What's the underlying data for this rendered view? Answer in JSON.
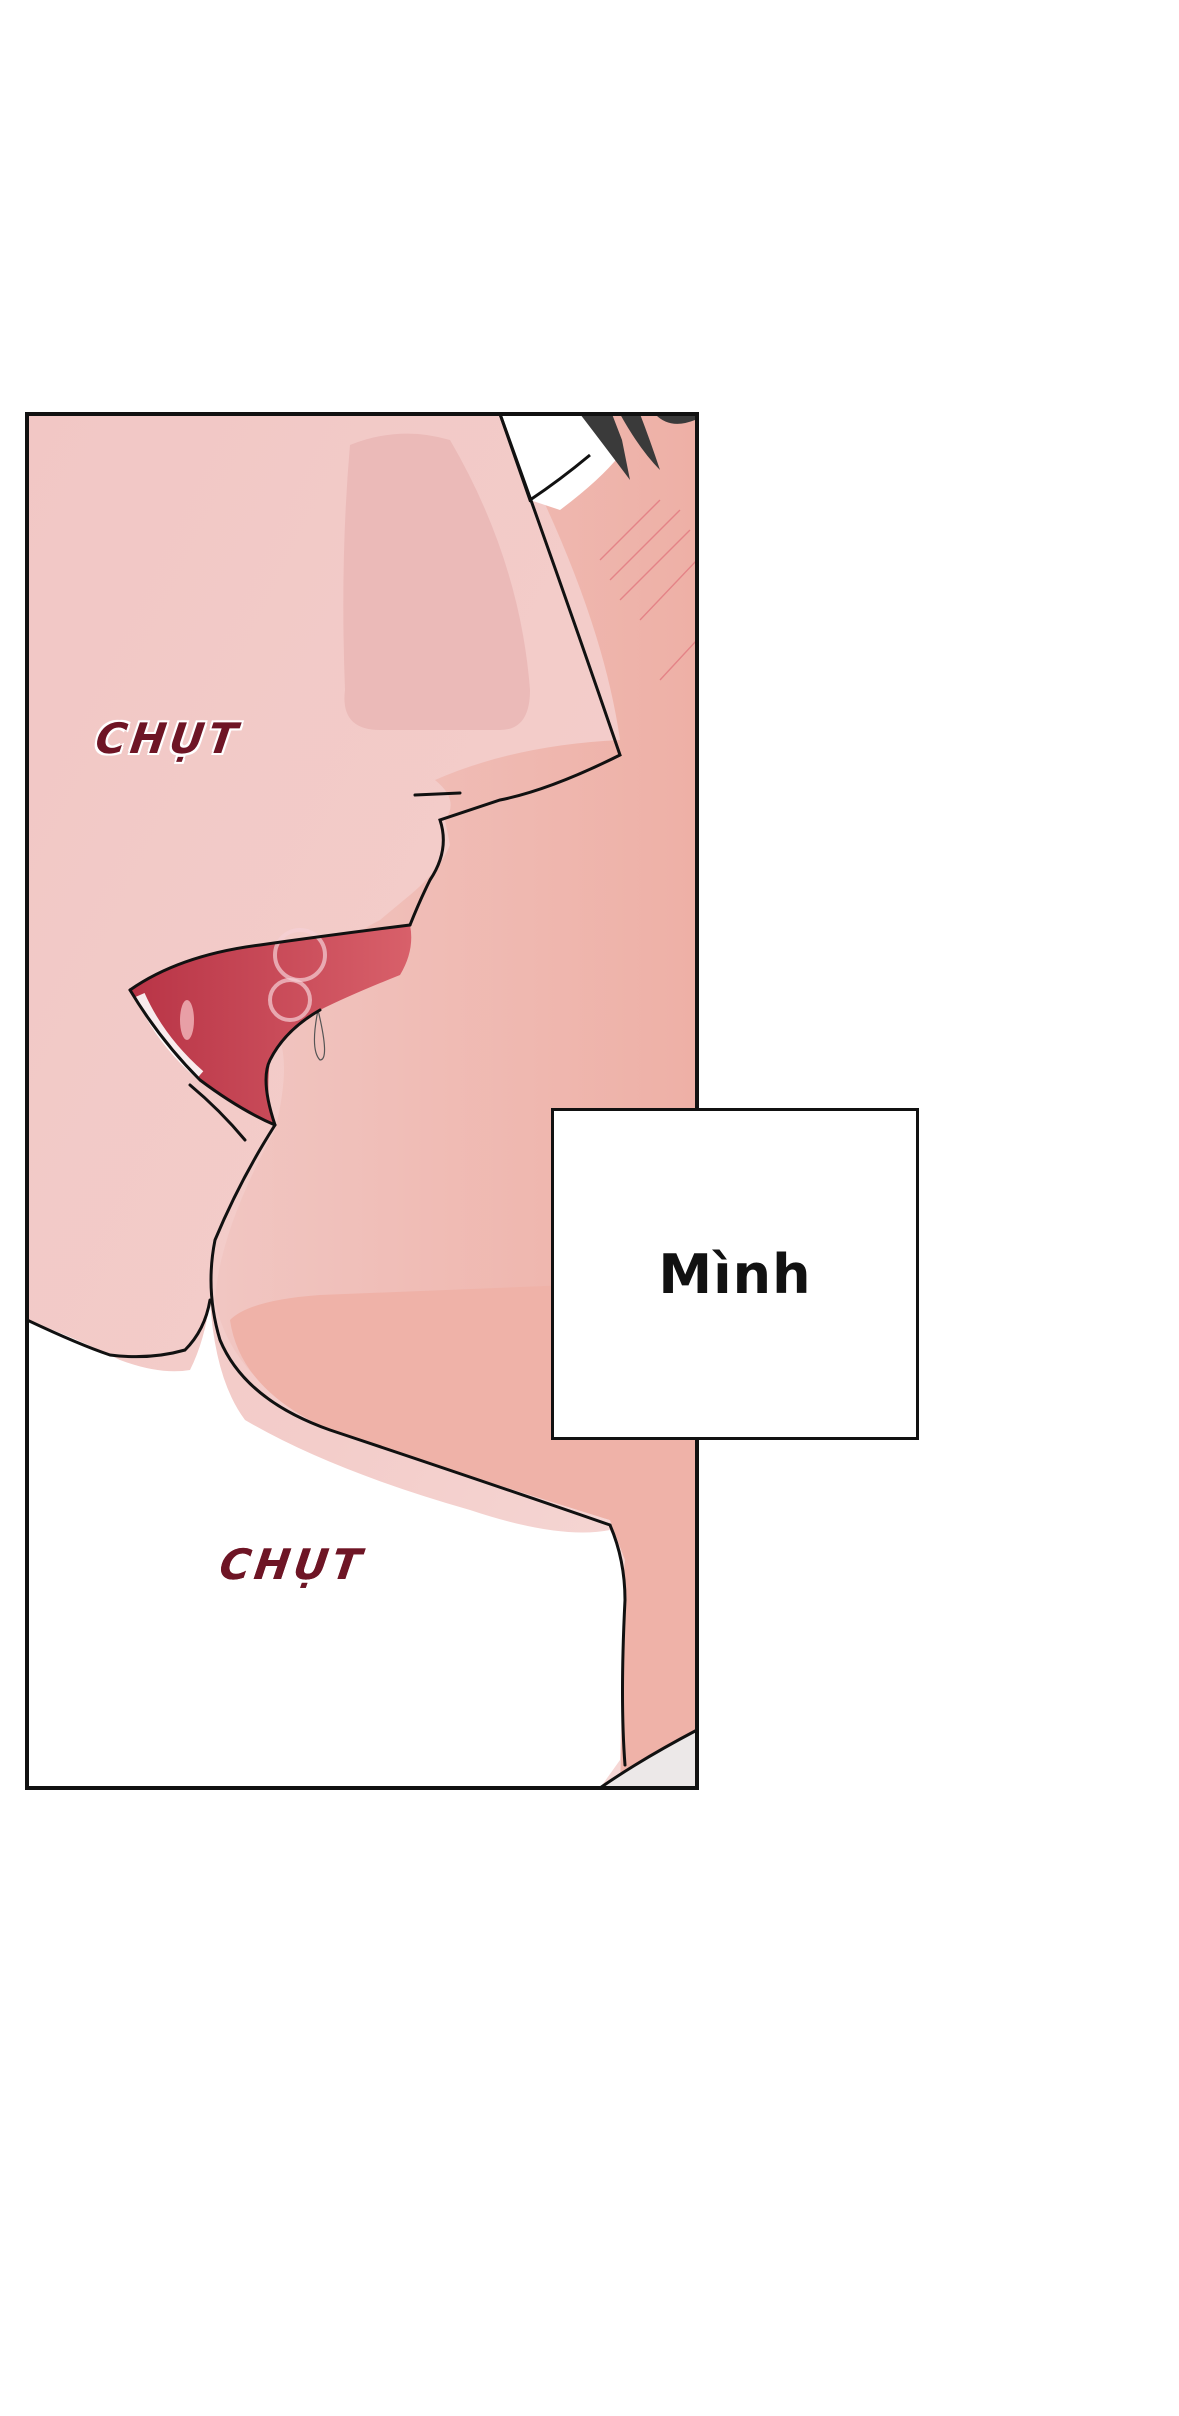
{
  "panel": {
    "sound_effects": [
      {
        "text": "CHỤT"
      },
      {
        "text": "CHỤT"
      }
    ],
    "caption": {
      "text": "Mình"
    }
  },
  "colors": {
    "skin_light": "#f2c9c7",
    "skin_shadow": "#efb4aa",
    "mouth": "#c84a5a",
    "sfx": "#6e1525",
    "outline": "#111111",
    "hair": "#3a3a3a"
  }
}
